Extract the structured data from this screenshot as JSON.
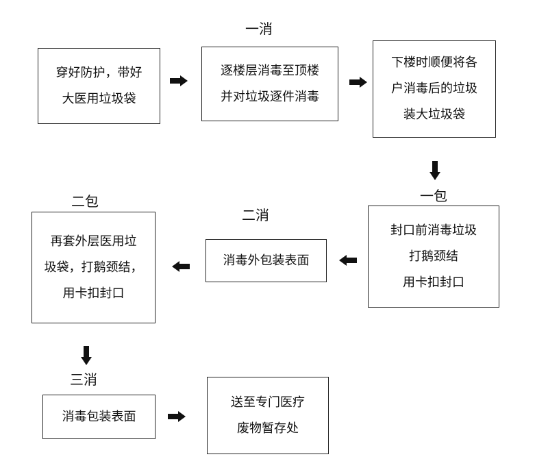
{
  "stages": {
    "first_disinfect": "一消",
    "first_pack": "一包",
    "second_disinfect": "二消",
    "second_pack": "二包",
    "third_disinfect": "三消"
  },
  "steps": {
    "step1": [
      "穿好防护，带好",
      "大医用垃圾袋"
    ],
    "step2": [
      "逐楼层消毒至顶楼",
      "并对垃圾逐件消毒"
    ],
    "step3": [
      "下楼时顺便将各",
      "户消毒后的垃圾",
      "装大垃圾袋"
    ],
    "step4": [
      "封口前消毒垃圾",
      "打鹅颈结",
      "用卡扣封口"
    ],
    "step5": [
      "消毒外包装表面"
    ],
    "step6": [
      "再套外层医用垃",
      "圾袋，打鹅颈结，",
      "用卡扣封口"
    ],
    "step7": [
      "消毒包装表面"
    ],
    "step8": [
      "送至专门医疗",
      "废物暂存处"
    ]
  }
}
